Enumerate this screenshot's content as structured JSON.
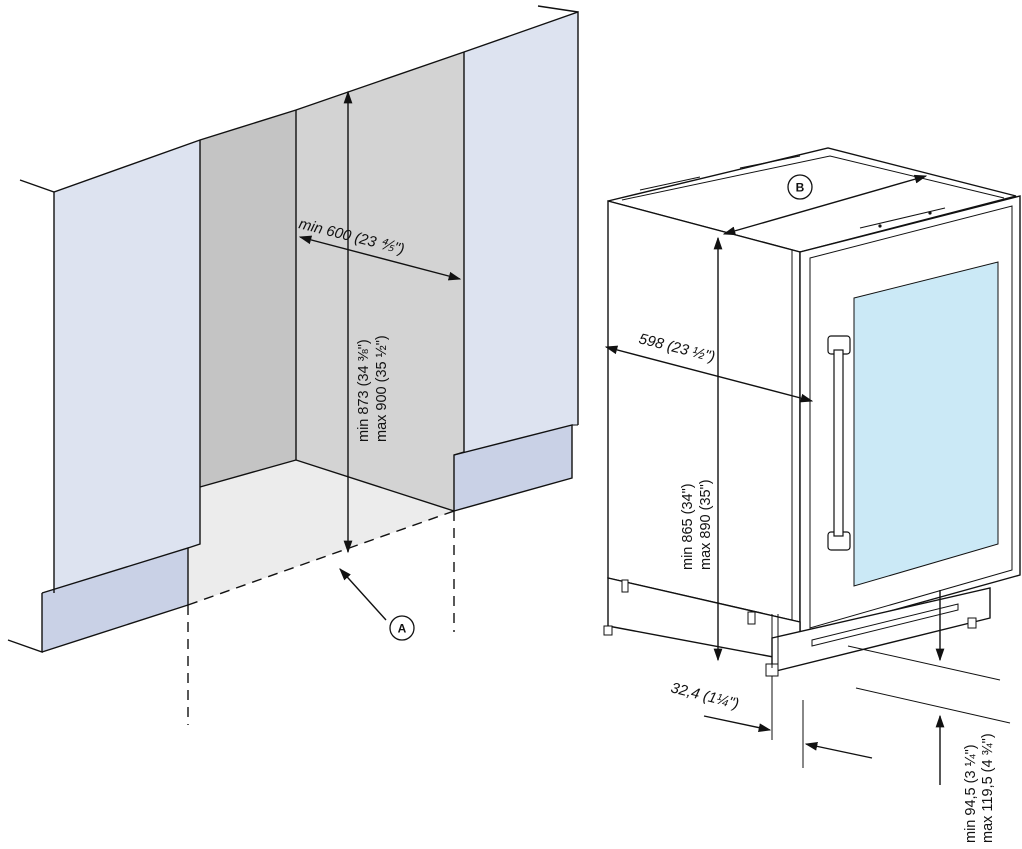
{
  "niche": {
    "width_label": "min 600 (23 ⅘\")",
    "height_label_line1": "min 873 (34 ⅜\")",
    "height_label_line2": "max 900 (35 ½\")",
    "callout": "A"
  },
  "appliance": {
    "depth_label": "598 (23 ½\")",
    "height_label_line1": "min 865 (34\")",
    "height_label_line2": "max 890 (35\")",
    "plinth_label": "32,4 (1¼\")",
    "foot_label_line1": "min 94,5 (3 ¼\")",
    "foot_label_line2": "max 119,5 (4 ¾\")",
    "callout": "B"
  },
  "colors": {
    "cabinet_fill": "#dde3f0",
    "plinth_fill": "#c9d1e6",
    "niche_back": "#d3d3d3",
    "niche_side": "#c2c2c2",
    "niche_floor": "#ececec",
    "glass_fill": "#cbe9f6",
    "line": "#111111"
  }
}
